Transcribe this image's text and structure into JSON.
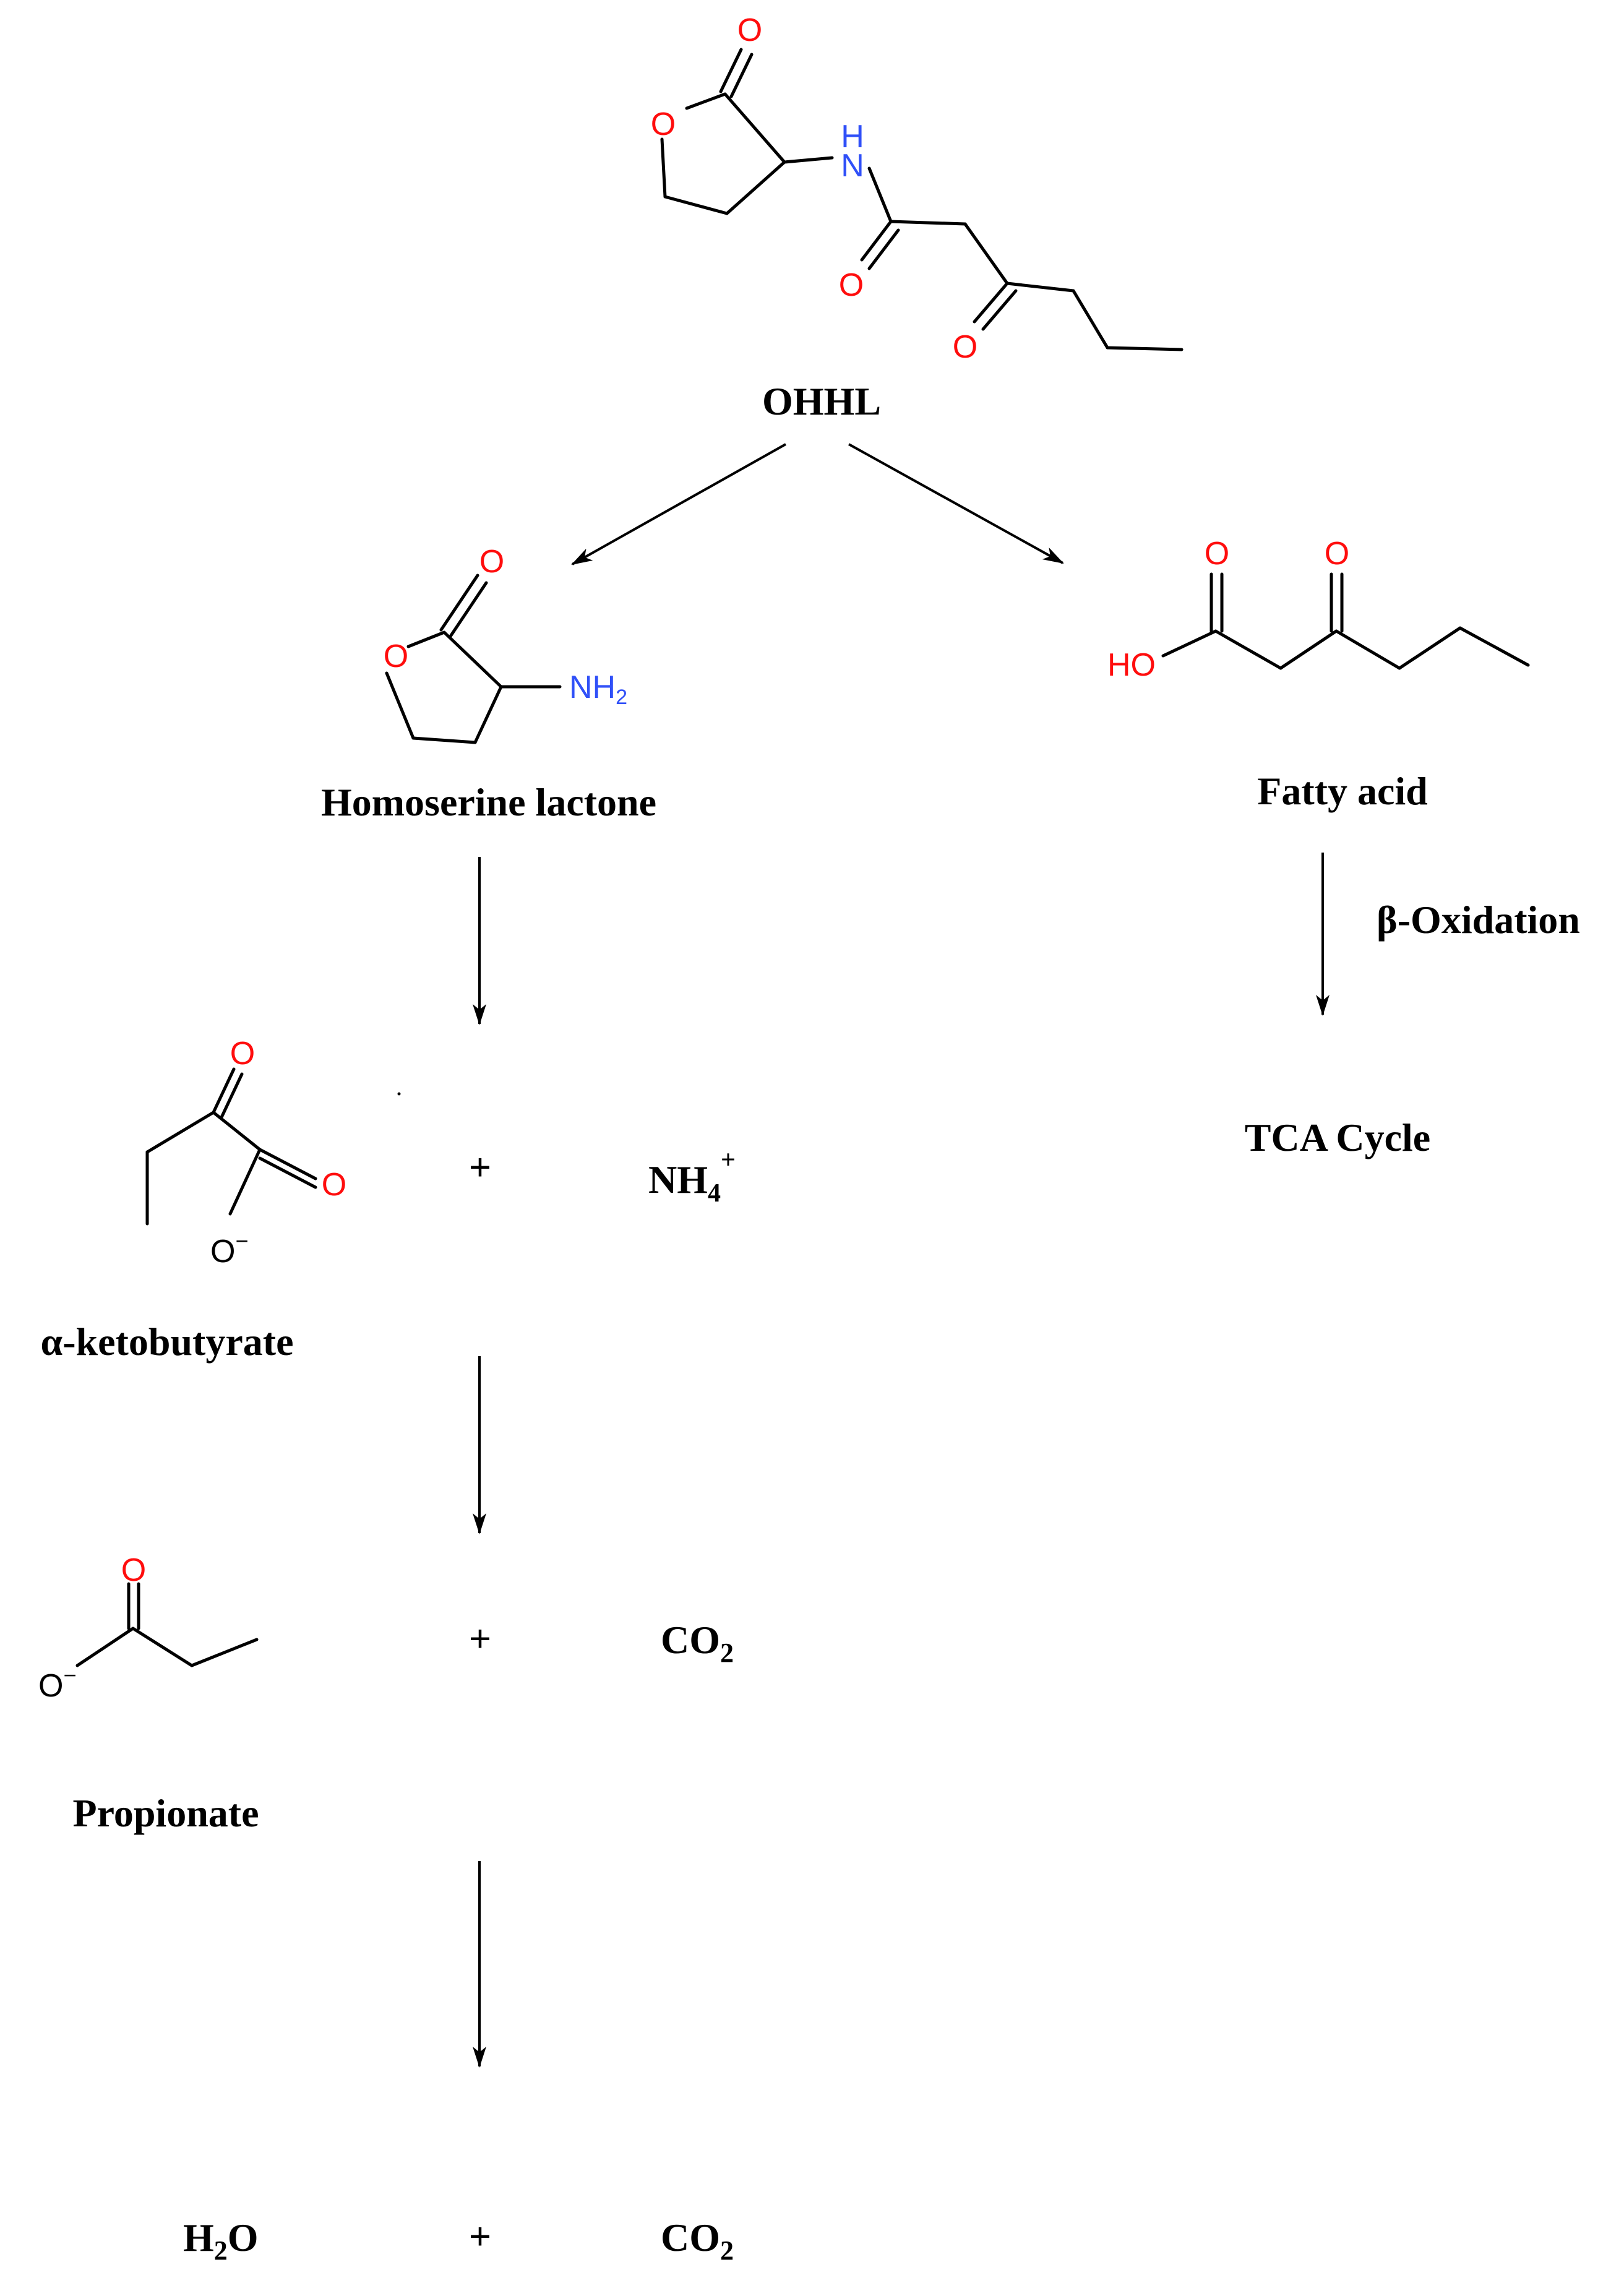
{
  "colors": {
    "oxygen": "#ff0d0d",
    "nitrogen": "#3050f8",
    "bond": "#000000",
    "water_label": "#e8141b"
  },
  "atoms": {
    "O": "O",
    "H": "H",
    "HO": "HO",
    "NH": "NH",
    "sub2": "2",
    "minus": "−"
  },
  "labels": {
    "ohhl": "OHHL",
    "homoserine_lactone": "Homoserine lactone",
    "fatty_acid": "Fatty acid",
    "beta_oxidation": "β-Oxidation",
    "tca_cycle": "TCA Cycle",
    "alpha_ketobutyrate": "α-ketobutyrate",
    "propionate": "Propionate",
    "plus": "+",
    "nh4": "NH",
    "nh4_sub": "4",
    "nh4_sup": "+",
    "co2": "CO",
    "co2_sub": "2",
    "h2o_h": "H",
    "h2o_sub": "2",
    "h2o_o": "O"
  }
}
